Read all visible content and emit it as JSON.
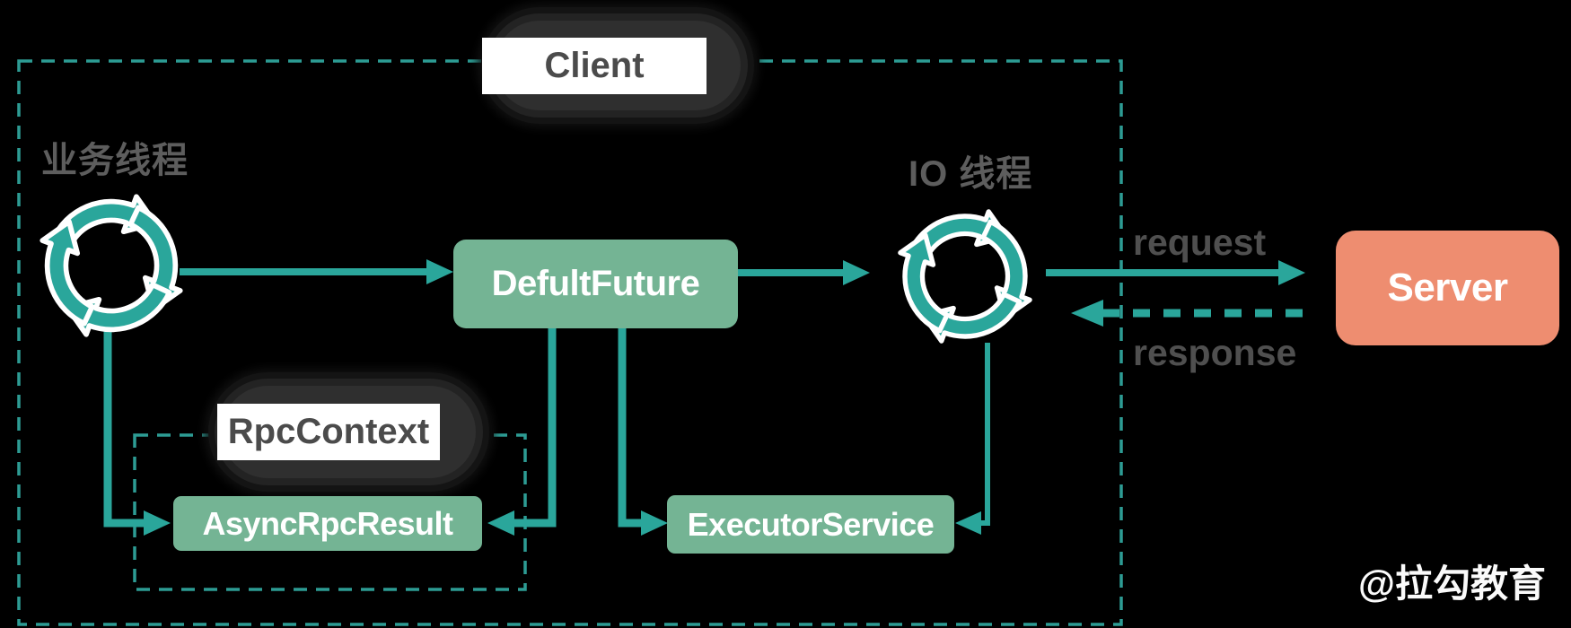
{
  "colors": {
    "background": "#000000",
    "teal": "#2aa69b",
    "teal_dash": "#2d9c94",
    "green": "#74b494",
    "salmon": "#ee8d70",
    "pill_dark": "#2f2f2f",
    "tag_text": "#4b4b4b",
    "thread_label_gray": "#5d5d5d",
    "flow_label_gray": "#4f4f4f",
    "node_text": "#ffffff",
    "watermark_white": "#fafafa"
  },
  "client_boundary": {
    "label": "Client"
  },
  "rpc_context_boundary": {
    "label": "RpcContext"
  },
  "threads": {
    "business_label": "业务线程",
    "io_label": "IO 线程"
  },
  "nodes": {
    "defult_future": "DefultFuture",
    "async_rpc_result": "AsyncRpcResult",
    "executor_service": "ExecutorService",
    "server": "Server"
  },
  "flows": {
    "request_label": "request",
    "response_label": "response"
  },
  "icons": {
    "business_thread": "loop-refresh-arrows-icon",
    "io_thread": "loop-refresh-arrows-icon"
  },
  "watermark": "@拉勾教育"
}
